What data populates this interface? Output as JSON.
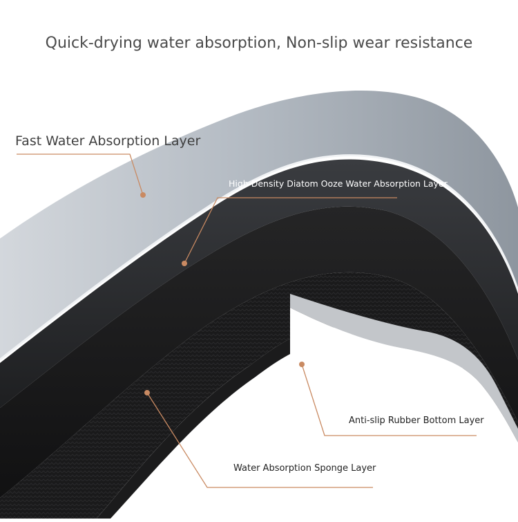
{
  "headline": "Quick-drying water absorption, Non-slip wear resistance",
  "layers": {
    "top": "Fast Water Absorption Layer",
    "diatom": "High Density Diatom Ooze  Water Absorption Layer",
    "rubber": "Anti-slip Rubber Bottom Layer",
    "sponge": "Water Absorption Sponge Layer"
  },
  "colors": {
    "surface_light": "#c9ced4",
    "surface_dark": "#2e3034",
    "sponge": "#1c1c1d",
    "rubber_edge": "#bfc2c6",
    "leader_line": "#c98a62"
  }
}
